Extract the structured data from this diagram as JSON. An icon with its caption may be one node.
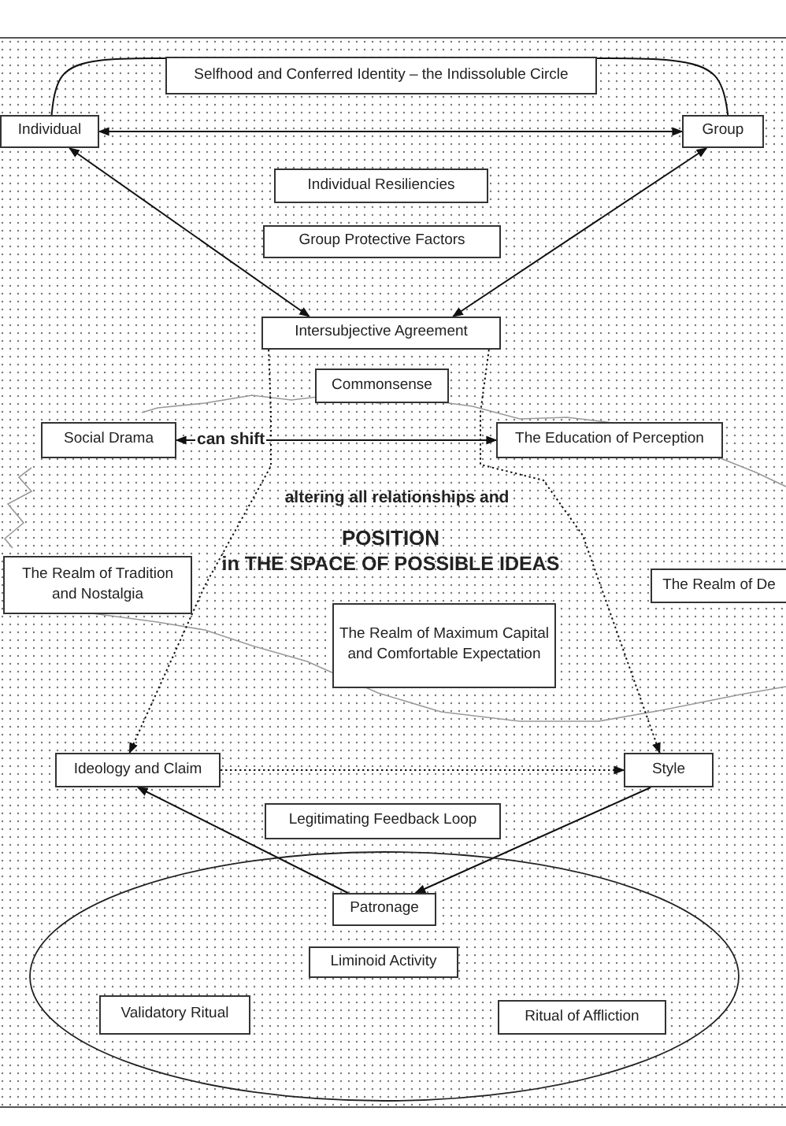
{
  "diagram": {
    "nodes": [
      {
        "text": [
          "Selfhood and Conferred Identity – the Indissoluble Circle"
        ]
      },
      {
        "text": [
          "Individual"
        ]
      },
      {
        "text": [
          "Group"
        ]
      },
      {
        "text": [
          "Individual Resiliencies"
        ]
      },
      {
        "text": [
          "Group Protective Factors"
        ]
      },
      {
        "text": [
          "Intersubjective Agreement"
        ]
      },
      {
        "text": [
          "Commonsense"
        ]
      },
      {
        "text": [
          "Social Drama"
        ]
      },
      {
        "text": [
          "The Education of Perception"
        ]
      },
      {
        "text": [
          "The Realm of Tradition and Nostalgia"
        ]
      },
      {
        "text": [
          "The Realm of De"
        ]
      },
      {
        "text": [
          "The Realm of Maximum Capital and Comfortable Expectation"
        ]
      },
      {
        "text": [
          "Ideology and Claim"
        ]
      },
      {
        "text": [
          "Style"
        ]
      },
      {
        "text": [
          "Legitimating Feedback Loop"
        ]
      },
      {
        "text": [],
        "shape": "ellipse"
      },
      {
        "text": [
          "Patronage"
        ],
        "in": 15
      },
      {
        "text": [
          "Liminoid Activity"
        ],
        "in": 15
      },
      {
        "text": [
          "Validatory Ritual"
        ],
        "in": 15
      },
      {
        "text": [
          "Ritual of Affliction"
        ],
        "in": 15
      }
    ],
    "edges": [
      {
        "from": 1,
        "to": 0,
        "arrow": "none"
      },
      {
        "from": 0,
        "to": 2,
        "arrow": "none"
      },
      {
        "from": 1,
        "to": 2,
        "arrow": "both"
      },
      {
        "from": 1,
        "to": 5,
        "arrow": "both"
      },
      {
        "from": 2,
        "to": 5,
        "arrow": "both"
      },
      {
        "from": 5,
        "to": 12,
        "arrow": "to",
        "style": "dashed"
      },
      {
        "from": 5,
        "to": 13,
        "arrow": "to",
        "style": "dashed"
      },
      {
        "from": 7,
        "to": 8,
        "arrow": "both",
        "label": "can shift"
      },
      {
        "from": 12,
        "to": 13,
        "arrow": "to",
        "style": "dashed"
      },
      {
        "from": 16,
        "to": 12,
        "arrow": "to"
      },
      {
        "from": 13,
        "to": 16,
        "arrow": "to"
      }
    ],
    "labels": [
      "altering all relationships and",
      "POSITION",
      "in THE SPACE OF POSSIBLE IDEAS"
    ]
  }
}
